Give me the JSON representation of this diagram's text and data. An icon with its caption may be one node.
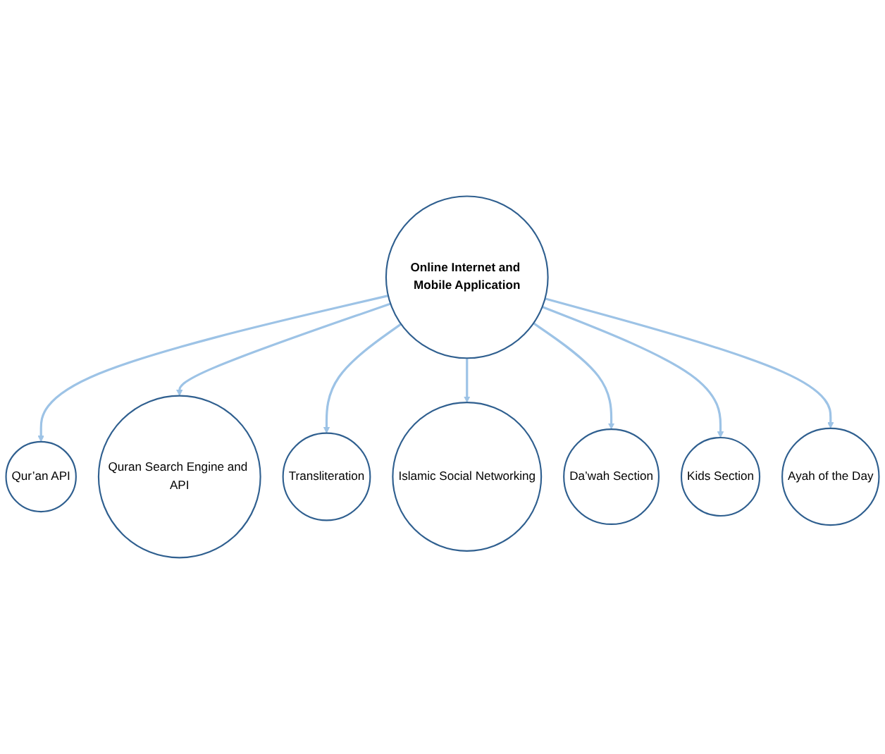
{
  "diagram": {
    "nodes": [
      {
        "text": [
          "Qur’an API"
        ]
      },
      {
        "text": [
          "Ayah of the Day"
        ]
      },
      {
        "text": [
          "Quran Search Engine and API"
        ]
      },
      {
        "text": [
          "Online Internet and Mobile Application"
        ]
      },
      {
        "text": [
          "Kids Section"
        ]
      },
      {
        "text": [
          "Transliteration"
        ]
      },
      {
        "text": [
          "Da’wah Section"
        ]
      },
      {
        "text": [
          "Islamic Social Networking"
        ]
      }
    ],
    "edges": [
      {
        "from": 3,
        "to": 0,
        "arrow": "to"
      },
      {
        "from": 3,
        "to": 2,
        "arrow": "to"
      },
      {
        "from": 3,
        "to": 5,
        "arrow": "to"
      },
      {
        "from": 3,
        "to": 7,
        "arrow": "to"
      },
      {
        "from": 3,
        "to": 6,
        "arrow": "to"
      },
      {
        "from": 3,
        "to": 4,
        "arrow": "to"
      },
      {
        "from": 3,
        "to": 1,
        "arrow": "to"
      }
    ]
  }
}
